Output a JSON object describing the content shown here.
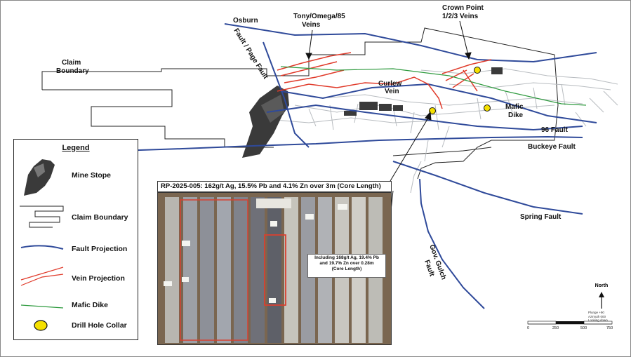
{
  "map": {
    "labels": {
      "osburn_fault": "Osburn",
      "page_fault": "Fault / Page Fault",
      "tony_omega": "Tony/Omega/85",
      "tony_veins": "Veins",
      "crown_point": "Crown Point",
      "crown_veins": "1/2/3 Veins",
      "claim": "Claim",
      "boundary": "Boundary",
      "curlew": "Curlew",
      "curlew_vein": "Vein",
      "mafic": "Mafic",
      "dike": "Dike",
      "fault_96": "96 Fault",
      "buckeye_fault": "Buckeye Fault",
      "spring_fault": "Spring Fault",
      "gov_gulch_1": "Gov. Gulch",
      "gov_gulch_2": "Fault"
    },
    "colors": {
      "fault": "#2f4a9a",
      "vein": "#e03a2a",
      "mafic_dike": "#2e9a3e",
      "drill_collar": "#f5e000",
      "claim_boundary": "#222222",
      "workings": "#b8bcc0",
      "stope": "#3a3a3a"
    }
  },
  "legend": {
    "title": "Legend",
    "items": [
      {
        "label": "Mine Stope",
        "icon": "stope-icon"
      },
      {
        "label": "Claim Boundary",
        "icon": "claim-boundary-icon"
      },
      {
        "label": "Fault Projection",
        "icon": "fault-line-icon"
      },
      {
        "label": "Vein Projection",
        "icon": "vein-line-icon"
      },
      {
        "label": "Mafic Dike",
        "icon": "mafic-dike-icon"
      },
      {
        "label": "Drill Hole Collar",
        "icon": "drill-collar-icon"
      }
    ]
  },
  "core": {
    "title": "RP-2025-005: 162g/t Ag, 15.5% Pb and 4.1% Zn over 3m (Core Length)",
    "callout_1": "Including 168g/t Ag, 19.4% Pb",
    "callout_2": "and 19.7% Zn over 0.28m",
    "callout_3": "(Core Length)"
  },
  "north": {
    "label": "North",
    "plunge": "Plunge +90",
    "azimuth": "Azimuth 000",
    "looking": "Looking down"
  },
  "scale": {
    "ticks": [
      "0",
      "250",
      "500",
      "750"
    ]
  }
}
